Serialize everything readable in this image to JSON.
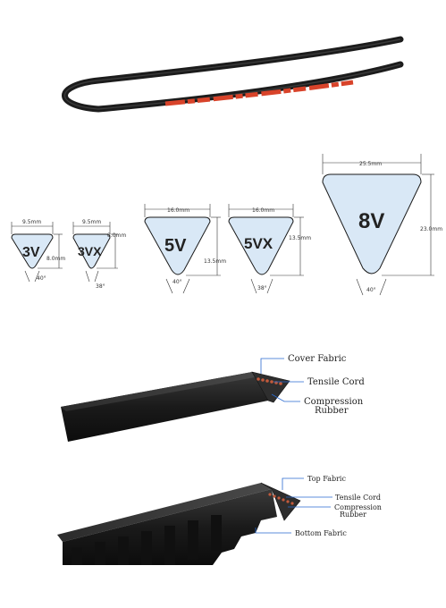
{
  "colors": {
    "belt_black": "#1c1c1c",
    "belt_print_red": "#d8432a",
    "profile_fill": "#d9e8f6",
    "profile_stroke": "#1a1a1a",
    "leader_blue": "#2a6ad0"
  },
  "profiles": [
    {
      "id": "3v",
      "label": "3V",
      "top_width": "9.5mm",
      "height": "8.0mm",
      "angle": "40°"
    },
    {
      "id": "3vx",
      "label": "3VX",
      "top_width": "9.5mm",
      "height": "8.0mm",
      "angle": "38°"
    },
    {
      "id": "5v",
      "label": "5V",
      "top_width": "16.0mm",
      "height": "13.5mm",
      "angle": "40°"
    },
    {
      "id": "5vx",
      "label": "5VX",
      "top_width": "16.0mm",
      "height": "13.5mm",
      "angle": "38°"
    },
    {
      "id": "8v",
      "label": "8V",
      "top_width": "25.5mm",
      "height": "23.0mm",
      "angle": "40°"
    }
  ],
  "wrapped_belt": {
    "callouts": [
      "Cover Fabric",
      "Tensile Cord",
      "Compression",
      "Rubber"
    ]
  },
  "cogged_belt": {
    "callouts": [
      "Top Fabric",
      "Tensile Cord",
      "Compression",
      "Rubber",
      "Bottom Fabric"
    ]
  }
}
